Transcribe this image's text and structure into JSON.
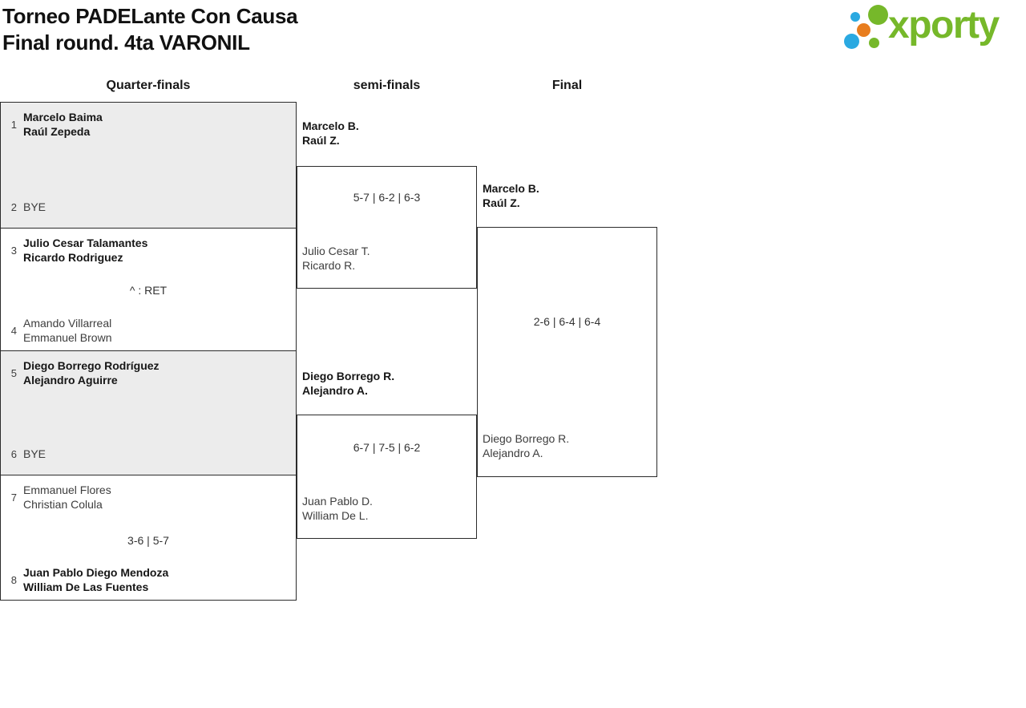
{
  "header": {
    "title_line1": "Torneo PADELante Con Causa",
    "title_line2": "Final round. 4ta VARONIL"
  },
  "logo": {
    "text": "xporty",
    "colors": {
      "green": "#76B82A",
      "blue": "#2AA9E1",
      "orange": "#E87D1E"
    }
  },
  "round_headers": {
    "quarterfinals": "Quarter-finals",
    "semifinals": "semi-finals",
    "final": "Final"
  },
  "quarterfinals": [
    {
      "seed_top": "1",
      "top": [
        "Marcelo Baima",
        "Raúl Zepeda"
      ],
      "seed_bottom": "2",
      "bottom": [
        "BYE"
      ],
      "score": "",
      "winner": "top"
    },
    {
      "seed_top": "3",
      "top": [
        "Julio Cesar Talamantes",
        "Ricardo Rodriguez"
      ],
      "seed_bottom": "4",
      "bottom": [
        "Amando Villarreal",
        "Emmanuel Brown"
      ],
      "score": "^ : RET",
      "winner": "top"
    },
    {
      "seed_top": "5",
      "top": [
        "Diego Borrego Rodríguez",
        "Alejandro Aguirre"
      ],
      "seed_bottom": "6",
      "bottom": [
        "BYE"
      ],
      "score": "",
      "winner": "top"
    },
    {
      "seed_top": "7",
      "top": [
        "Emmanuel Flores",
        "Christian Colula"
      ],
      "seed_bottom": "8",
      "bottom": [
        "Juan Pablo Diego Mendoza",
        "William De Las Fuentes"
      ],
      "score": "3-6 | 5-7",
      "winner": "bottom"
    }
  ],
  "semifinals": [
    {
      "top": [
        "Marcelo B.",
        "Raúl Z."
      ],
      "bottom": [
        "Julio Cesar T.",
        "Ricardo R."
      ],
      "score": "5-7 | 6-2 | 6-3",
      "winner": "top"
    },
    {
      "top": [
        "Diego Borrego R.",
        "Alejandro A."
      ],
      "bottom": [
        "Juan Pablo D.",
        "William De L."
      ],
      "score": "6-7 | 7-5 | 6-2",
      "winner": "top"
    }
  ],
  "final": {
    "top": [
      "Marcelo B.",
      "Raúl Z."
    ],
    "bottom": [
      "Diego Borrego R.",
      "Alejandro A."
    ],
    "score": "2-6 | 6-4 | 6-4",
    "winner": "top"
  }
}
